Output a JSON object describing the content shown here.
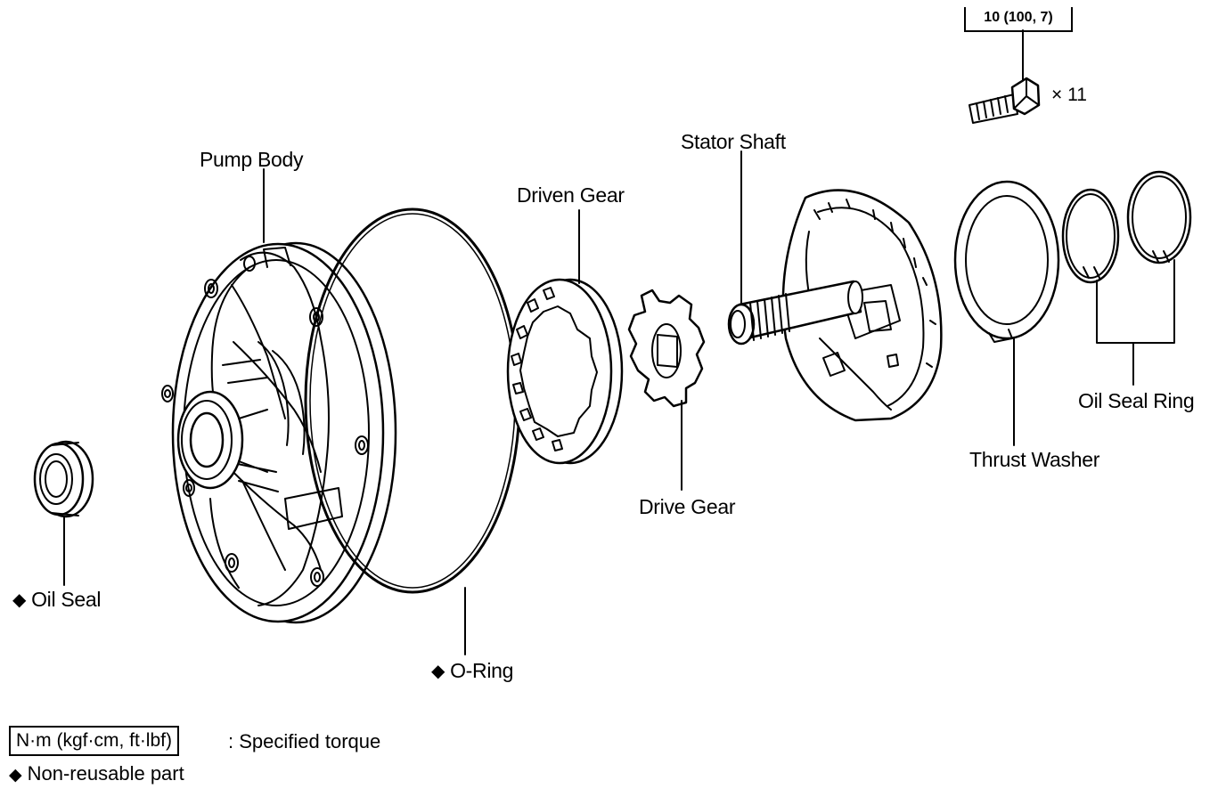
{
  "torque": {
    "value": "10 (100, 7)",
    "quantity": "× 11"
  },
  "parts": {
    "pump_body": "Pump Body",
    "driven_gear": "Driven Gear",
    "stator_shaft": "Stator Shaft",
    "drive_gear": "Drive Gear",
    "oil_seal_ring": "Oil Seal Ring",
    "thrust_washer": "Thrust Washer",
    "oil_seal": "Oil Seal",
    "o_ring": "O-Ring"
  },
  "symbols": {
    "non_reusable": "◆"
  },
  "legend": {
    "torque_unit": "N·m (kgf·cm, ft·lbf)",
    "torque_desc": ": Specified torque",
    "non_reusable_desc": "Non-reusable part"
  }
}
